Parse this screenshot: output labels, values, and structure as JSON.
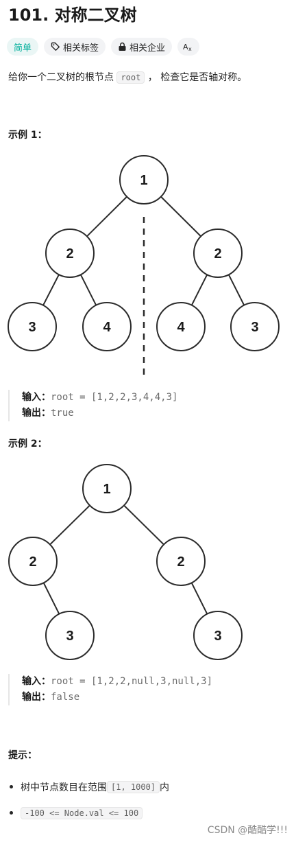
{
  "problem": {
    "title": "101. 对称二叉树",
    "tags": {
      "difficulty": "简单",
      "related_tags": "相关标签",
      "related_companies": "相关企业"
    },
    "description": {
      "before": "给你一个二叉树的根节点 ",
      "code": "root",
      "after": " ， 检查它是否轴对称。"
    }
  },
  "example1": {
    "label": "示例 1：",
    "tree": {
      "nodes": [
        "1",
        "2",
        "2",
        "3",
        "4",
        "4",
        "3"
      ]
    },
    "input_label": "输入：",
    "input_value": "root = [1,2,2,3,4,4,3]",
    "output_label": "输出：",
    "output_value": "true"
  },
  "example2": {
    "label": "示例 2：",
    "tree": {
      "nodes": [
        "1",
        "2",
        "2",
        "3",
        "3"
      ]
    },
    "input_label": "输入：",
    "input_value": "root = [1,2,2,null,3,null,3]",
    "output_label": "输出：",
    "output_value": "false"
  },
  "hints": {
    "label": "提示：",
    "item1_before": "树中节点数目在范围 ",
    "item1_code": "[1, 1000]",
    "item1_after": " 内",
    "item2_code": "-100 <= Node.val <= 100"
  },
  "watermark": "CSDN @酷酷学!!!"
}
